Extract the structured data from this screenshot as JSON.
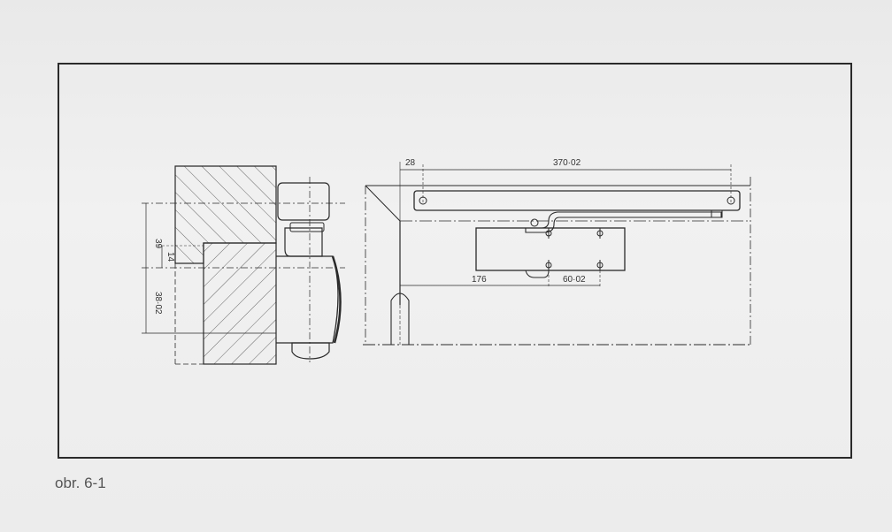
{
  "figure": {
    "caption": "obr. 6-1",
    "left_view": {
      "dim_top": "39",
      "dim_mid": "14",
      "dim_bottom": "38·02"
    },
    "right_view": {
      "dim_offset": "28",
      "dim_arm": "370·02",
      "dim_body": "176",
      "dim_holes": "60·02"
    }
  },
  "colors": {
    "ink": "#2a2a2a",
    "paper": "#eeeeee"
  }
}
